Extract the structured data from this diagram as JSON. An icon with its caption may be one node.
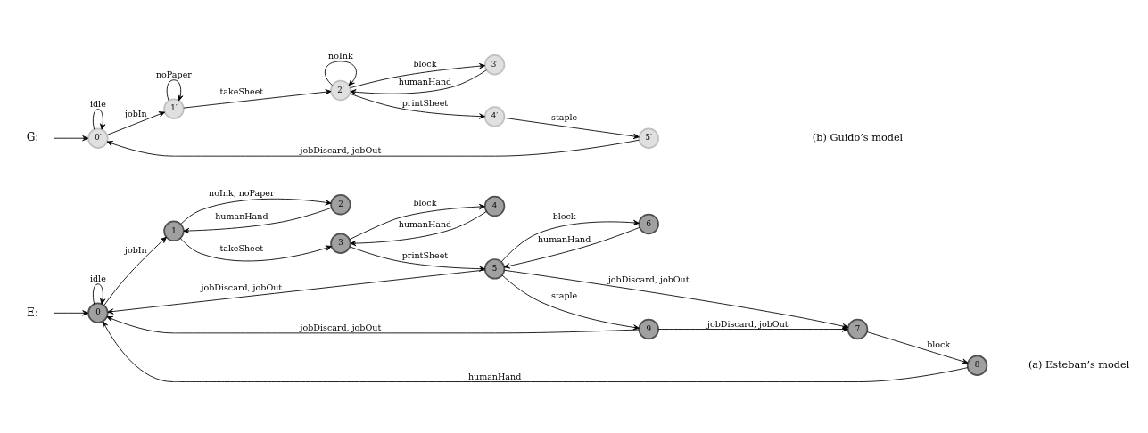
{
  "diagram": {
    "nodes": [
      {
        "text": [
          "E:"
        ]
      },
      {
        "text": [
          "0"
        ]
      },
      {
        "text": [
          "1"
        ]
      },
      {
        "text": [
          "2"
        ]
      },
      {
        "text": [
          "3"
        ]
      },
      {
        "text": [
          "4"
        ]
      },
      {
        "text": [
          "5"
        ]
      },
      {
        "text": [
          "6"
        ]
      },
      {
        "text": [
          "7"
        ]
      },
      {
        "text": [
          "8"
        ]
      },
      {
        "text": [
          "9"
        ]
      },
      {
        "text": [
          "G:"
        ]
      },
      {
        "text": [
          "0′"
        ]
      },
      {
        "text": [
          "1′"
        ]
      },
      {
        "text": [
          "2′"
        ]
      },
      {
        "text": [
          "3′"
        ]
      },
      {
        "text": [
          "4′"
        ]
      },
      {
        "text": [
          "5′"
        ]
      }
    ],
    "edges": [
      {
        "from": 0,
        "to": 1,
        "arrow": "to"
      },
      {
        "from": 1,
        "to": 1,
        "arrow": "to",
        "label": "idle"
      },
      {
        "from": 1,
        "to": 2,
        "arrow": "to",
        "label": "jobIn"
      },
      {
        "from": 2,
        "to": 3,
        "arrow": "to",
        "label": "noInk, noPaper"
      },
      {
        "from": 3,
        "to": 2,
        "arrow": "to",
        "label": "humanHand"
      },
      {
        "from": 2,
        "to": 4,
        "arrow": "to",
        "label": "takeSheet"
      },
      {
        "from": 4,
        "to": 5,
        "arrow": "to",
        "label": "block"
      },
      {
        "from": 5,
        "to": 4,
        "arrow": "to",
        "label": "humanHand"
      },
      {
        "from": 4,
        "to": 6,
        "arrow": "to",
        "label": "printSheet"
      },
      {
        "from": 6,
        "to": 7,
        "arrow": "to",
        "label": "block"
      },
      {
        "from": 7,
        "to": 6,
        "arrow": "to",
        "label": "humanHand"
      },
      {
        "from": 6,
        "to": 1,
        "arrow": "to",
        "label": "jobDiscard, jobOut"
      },
      {
        "from": 6,
        "to": 10,
        "arrow": "to",
        "label": "staple"
      },
      {
        "from": 6,
        "to": 8,
        "arrow": "to",
        "label": "jobDiscard, jobOut"
      },
      {
        "from": 10,
        "to": 1,
        "arrow": "to",
        "label": "jobDiscard, jobOut"
      },
      {
        "from": 10,
        "to": 8,
        "arrow": "to",
        "label": "jobDiscard, jobOut"
      },
      {
        "from": 8,
        "to": 9,
        "arrow": "to",
        "label": "block"
      },
      {
        "from": 9,
        "to": 1,
        "arrow": "to",
        "label": "humanHand"
      },
      {
        "from": 11,
        "to": 12,
        "arrow": "to"
      },
      {
        "from": 12,
        "to": 12,
        "arrow": "to",
        "label": "idle"
      },
      {
        "from": 12,
        "to": 13,
        "arrow": "to",
        "label": "jobIn"
      },
      {
        "from": 13,
        "to": 13,
        "arrow": "to",
        "label": "noPaper"
      },
      {
        "from": 13,
        "to": 14,
        "arrow": "to",
        "label": "takeSheet"
      },
      {
        "from": 14,
        "to": 14,
        "arrow": "to",
        "label": "noInk"
      },
      {
        "from": 15,
        "to": 14,
        "arrow": "to",
        "label": "humanHand"
      },
      {
        "from": 14,
        "to": 15,
        "arrow": "to",
        "label": "block"
      },
      {
        "from": 14,
        "to": 16,
        "arrow": "to",
        "label": "printSheet"
      },
      {
        "from": 16,
        "to": 17,
        "arrow": "to",
        "label": "staple"
      },
      {
        "from": 17,
        "to": 12,
        "arrow": "to",
        "label": "jobDiscard, jobOut"
      }
    ],
    "labels": [
      "(a) Esteban’s model",
      "(b) Guido’s model"
    ]
  }
}
